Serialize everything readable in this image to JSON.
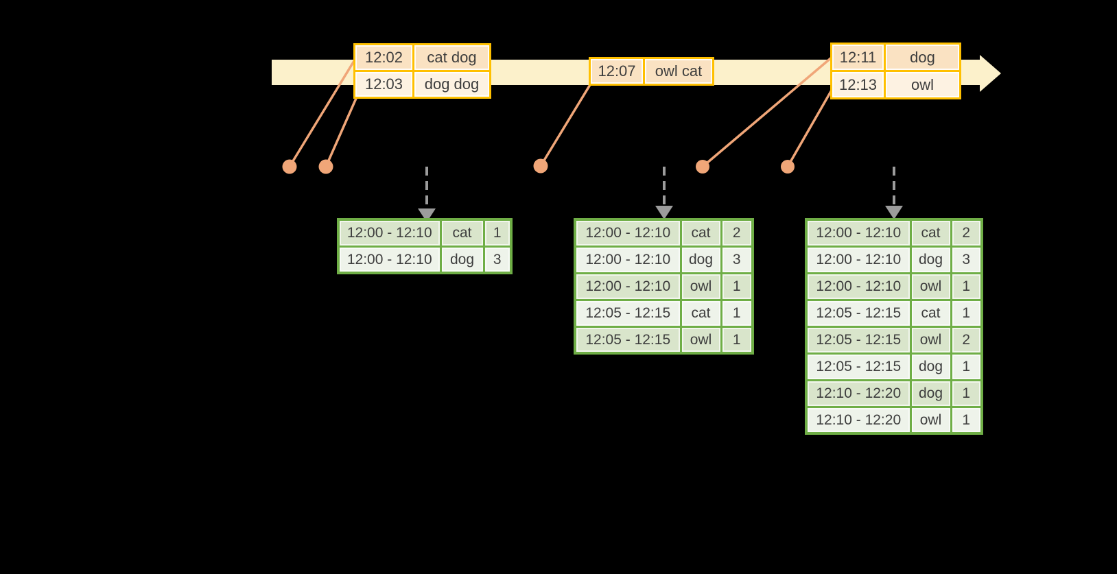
{
  "colors": {
    "background": "#000000",
    "timeline_band": "#FCF1CB",
    "event_table_border": "#FFC000",
    "event_row_fill": "#FAE2C2",
    "event_row_fill_alt": "#FDF2E2",
    "marker_salmon": "#F0A678",
    "trigger_arrow_gray": "#9C9C9C",
    "result_table_border": "#6FAE46",
    "result_row_fill": "#D9E5CB",
    "result_row_fill_alt": "#EEF3EA",
    "text": "#3D3D3D"
  },
  "timeline": {
    "event_tables": [
      {
        "rows": [
          [
            "12:02",
            "cat dog"
          ],
          [
            "12:03",
            "dog dog"
          ]
        ]
      },
      {
        "rows": [
          [
            "12:07",
            "owl cat"
          ]
        ]
      },
      {
        "rows": [
          [
            "12:11",
            "dog"
          ],
          [
            "12:13",
            "owl"
          ]
        ]
      }
    ]
  },
  "results": {
    "tables": [
      {
        "rows": [
          [
            "12:00 - 12:10",
            "cat",
            "1"
          ],
          [
            "12:00 - 12:10",
            "dog",
            "3"
          ]
        ]
      },
      {
        "rows": [
          [
            "12:00 - 12:10",
            "cat",
            "2"
          ],
          [
            "12:00 - 12:10",
            "dog",
            "3"
          ],
          [
            "12:00 - 12:10",
            "owl",
            "1"
          ],
          [
            "12:05 - 12:15",
            "cat",
            "1"
          ],
          [
            "12:05 - 12:15",
            "owl",
            "1"
          ]
        ]
      },
      {
        "rows": [
          [
            "12:00 - 12:10",
            "cat",
            "2"
          ],
          [
            "12:00 - 12:10",
            "dog",
            "3"
          ],
          [
            "12:00 - 12:10",
            "owl",
            "1"
          ],
          [
            "12:05 - 12:15",
            "cat",
            "1"
          ],
          [
            "12:05 - 12:15",
            "owl",
            "2"
          ],
          [
            "12:05 - 12:15",
            "dog",
            "1"
          ],
          [
            "12:10 - 12:20",
            "dog",
            "1"
          ],
          [
            "12:10 - 12:20",
            "owl",
            "1"
          ]
        ]
      }
    ]
  }
}
